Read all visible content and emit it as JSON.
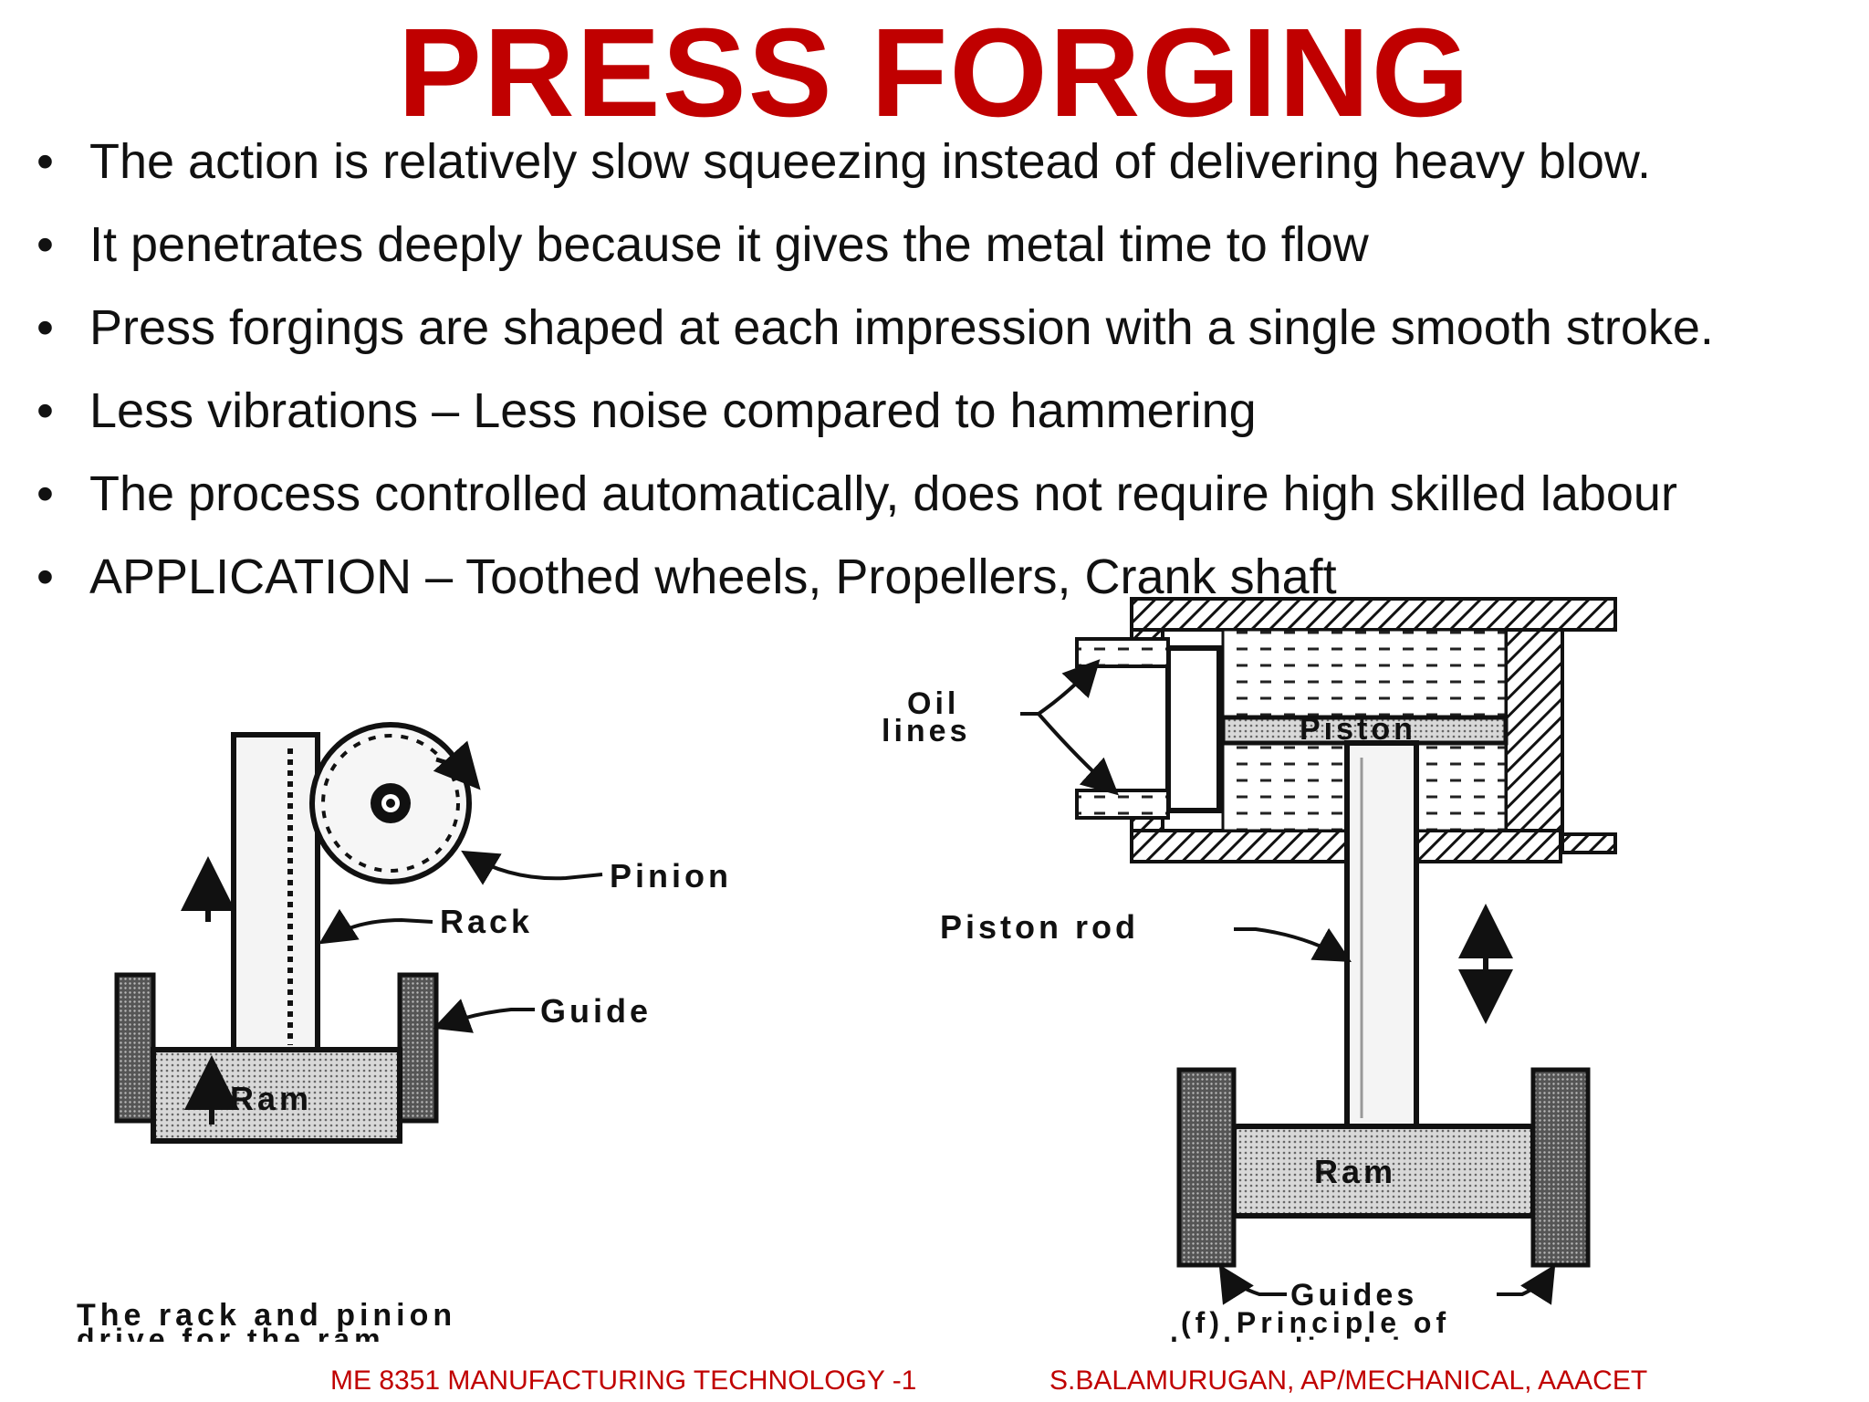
{
  "slide": {
    "title": "PRESS FORGING",
    "bullets": [
      "The action is relatively slow squeezing instead of delivering heavy blow.",
      "It penetrates deeply because it gives the metal time to flow",
      "Press forgings are shaped at each impression with a single smooth stroke.",
      "Less vibrations – Less noise compared to hammering",
      "The process controlled automatically, does not require high skilled labour",
      "APPLICATION – Toothed wheels, Propellers, Crank shaft"
    ],
    "bullet_symbol": "•"
  },
  "rack_diagram": {
    "labels": {
      "pinion": "Pinion",
      "rack": "Rack",
      "guide": "Guide",
      "ram": "Ram"
    },
    "caption_line1": "The rack and pinion",
    "caption_line2": "drive for the ram"
  },
  "hydraulic_diagram": {
    "labels": {
      "oil_line1": "Oil",
      "oil_line2": "lines",
      "piston": "Piston",
      "piston_rod": "Piston rod",
      "ram": "Ram",
      "guides": "Guides"
    },
    "caption_line1": "(f) Principle of",
    "caption_line2": "hydraulic drive"
  },
  "footer": {
    "left": "ME 8351 MANUFACTURING TECHNOLOGY -1",
    "right": "S.BALAMURUGAN, AP/MECHANICAL, AAACET"
  },
  "colors": {
    "title": "#c00000",
    "footer": "#c00000",
    "ink": "#111111"
  }
}
